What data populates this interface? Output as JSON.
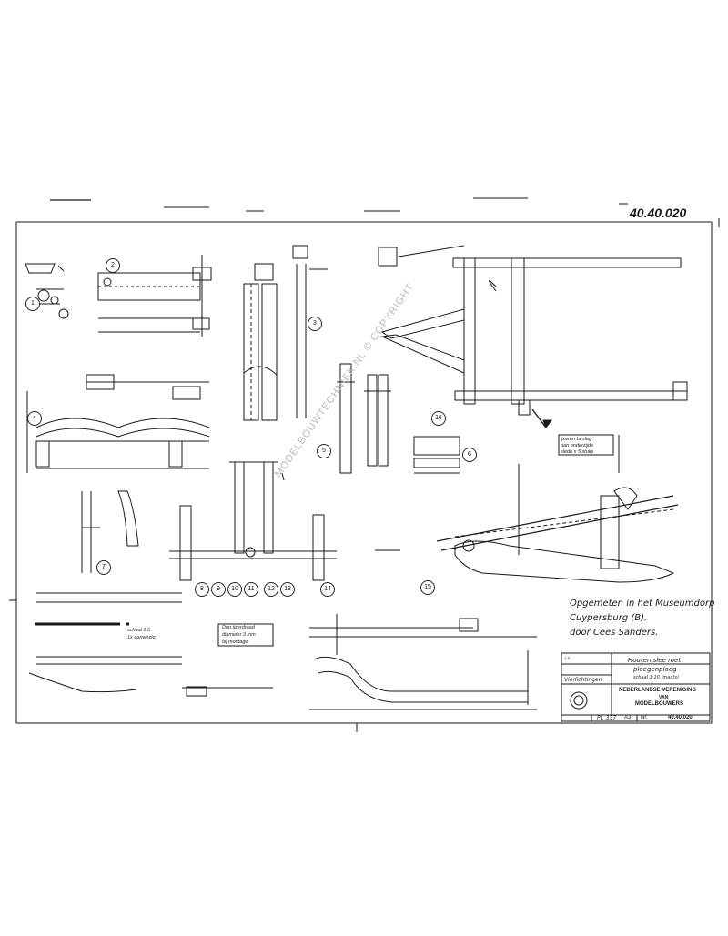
{
  "sheet": {
    "number_handwritten": "40.40.020",
    "watermark": "MODELBOUWTECHNIEK.NL © COPYRIGHT"
  },
  "caption": {
    "line1": "Opgemeten in het Museumdorp",
    "line2": "Cuypersburg  (B).",
    "line3": "door  Cees Sanders."
  },
  "title_block": {
    "subject_line1": "Houten slee met",
    "subject_line2": "ploegenploeg",
    "subject_line3": "schaal 1:10  (maats)",
    "region": "Vierlichtingen",
    "org_line1": "NEDERLANDSE VERENIGING",
    "org_line2": "VAN",
    "org_line3": "MODELBOUWERS",
    "footer_left": "Pt. 337",
    "footer_format": "A3",
    "footer_no_label": "Nr.",
    "footer_no": "40.40.020",
    "scale_box": "1:5"
  },
  "notes": {
    "note_left_1": "schaal 1:5",
    "note_left_2": "1x aanwezig",
    "note_mid_1": "Dun ijzerdraad",
    "note_mid_2": "diameter 3 mm",
    "note_mid_3": "bij montage",
    "note_right_1": "ijzeren beslag",
    "note_right_2": "aan onderzijde",
    "note_right_3": "slede  x  5 stuks"
  },
  "callouts": {
    "c1": "1",
    "c2": "2",
    "c3": "3",
    "c4": "4",
    "c5": "5",
    "c6": "6",
    "c7": "7",
    "c8": "8",
    "c9": "9",
    "c10": "10",
    "c11": "11",
    "c12": "12",
    "c13": "13",
    "c14": "14",
    "c15": "15",
    "c16": "16"
  }
}
